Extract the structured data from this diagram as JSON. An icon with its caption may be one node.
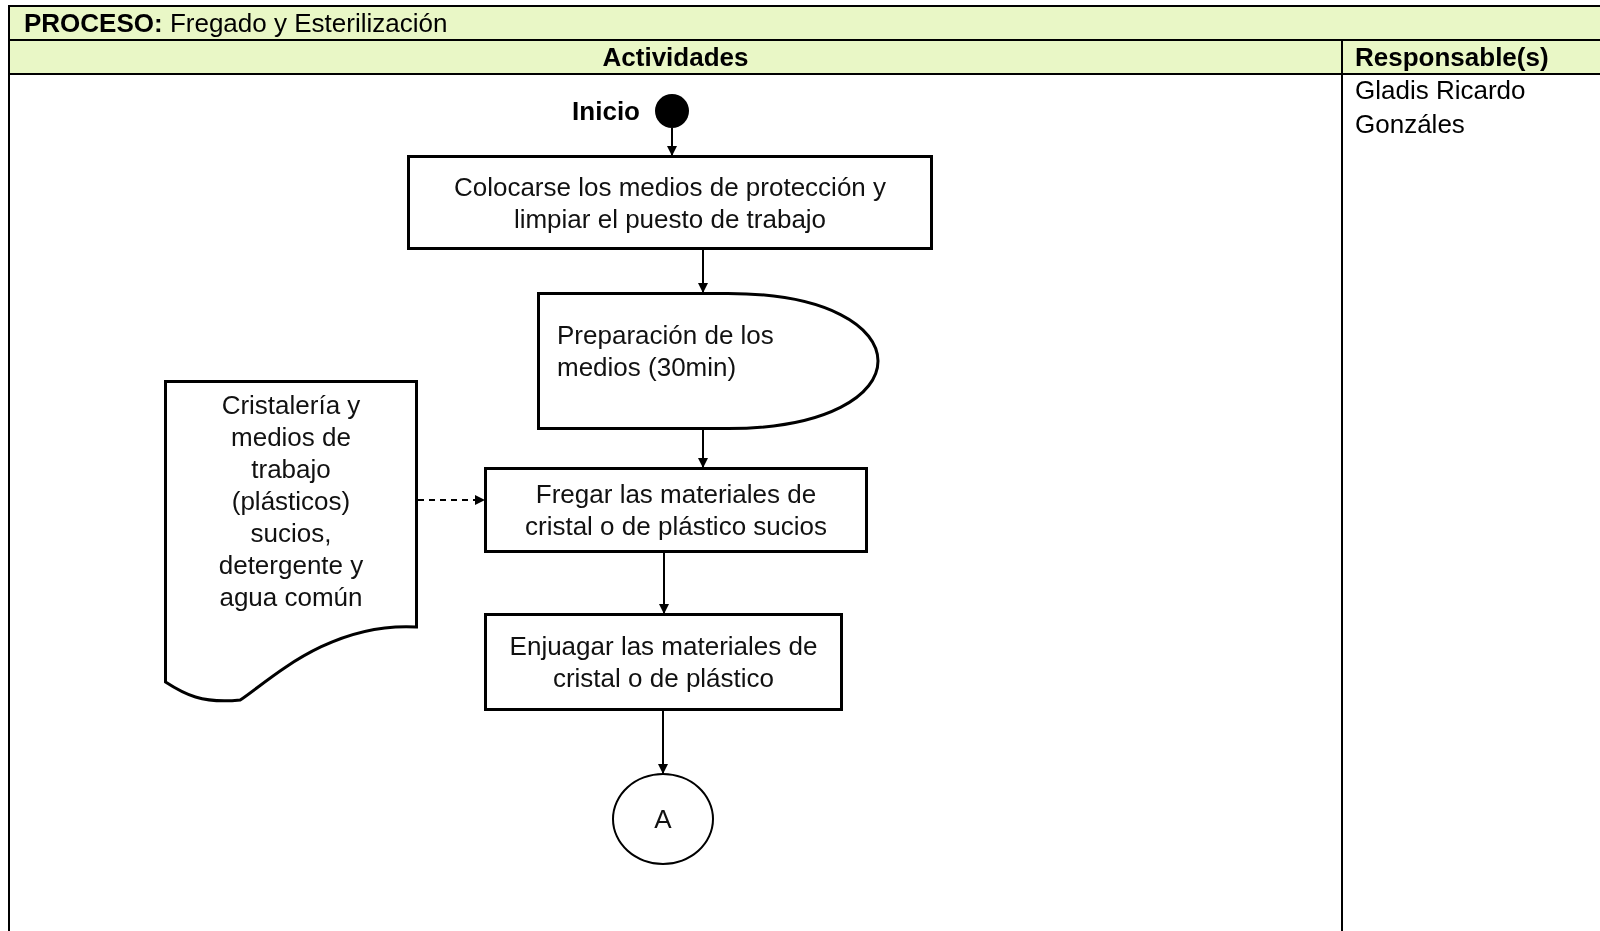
{
  "diagram": {
    "title": "**PROCESO:** Fregado y Esterilización",
    "nodes": [
      {
        "text": [],
        "shape": "circle",
        "beside": [
          "Inicio"
        ]
      },
      {
        "text": [
          "Colocarse los medios de protección y limpiar el puesto de trabajo"
        ]
      },
      {
        "text": [
          "Preparación de los medios (30min)"
        ]
      },
      {
        "text": [
          "Cristalería y medios de trabajo (plásticos) sucios, detergente y agua común"
        ]
      },
      {
        "text": [
          "Fregar las materiales de cristal o de plástico sucios"
        ]
      },
      {
        "text": [
          "Enjuagar las materiales de cristal o de plástico"
        ]
      },
      {
        "text": [
          "A"
        ]
      }
    ],
    "edges": [
      {
        "from": 0,
        "to": 1,
        "arrow": "to"
      },
      {
        "from": 1,
        "to": 2,
        "arrow": "to"
      },
      {
        "from": 2,
        "to": 4,
        "arrow": "to"
      },
      {
        "from": 3,
        "to": 4,
        "arrow": "to",
        "style": "dashed"
      },
      {
        "from": 4,
        "to": 5,
        "arrow": "to"
      },
      {
        "from": 5,
        "to": 6,
        "arrow": "to"
      }
    ],
    "labels": [
      "Actividades",
      "Responsable(s)",
      "Gladis Ricardo Gonzáles"
    ]
  }
}
